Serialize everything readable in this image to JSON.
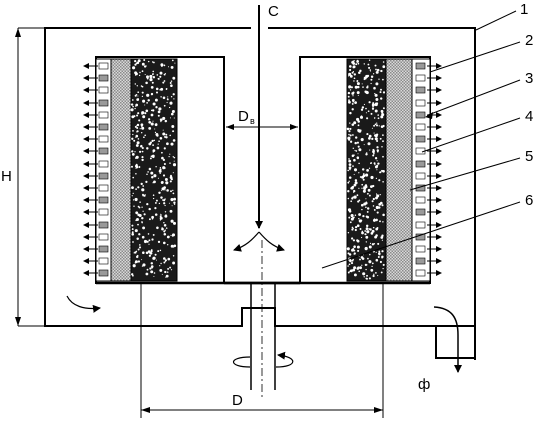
{
  "labels": {
    "feed": "С",
    "filtrate": "ф",
    "height": "Н",
    "diameter": "D",
    "inner_diameter": "D",
    "inner_diameter_sub": "в"
  },
  "callouts": [
    "1",
    "2",
    "3",
    "4",
    "5",
    "6"
  ],
  "colors": {
    "ink": "#000000",
    "mesh": "#b8b8b8",
    "paper": "#ffffff"
  }
}
